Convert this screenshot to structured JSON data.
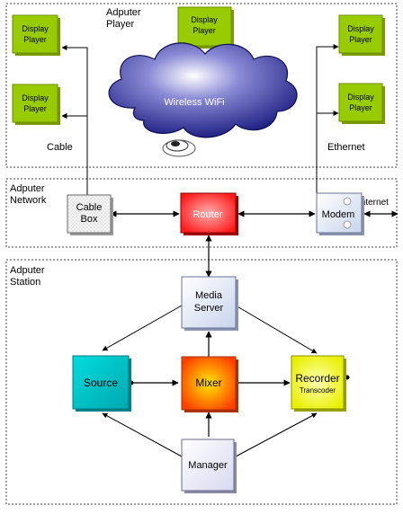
{
  "sections": [
    {
      "id": "player",
      "title_lines": [
        "Adputer",
        "Player"
      ]
    },
    {
      "id": "network",
      "title_lines": [
        "Adputer",
        "Network"
      ]
    },
    {
      "id": "station",
      "title_lines": [
        "Adputer",
        "Station"
      ]
    }
  ],
  "display_players": [
    {
      "id": "dp1",
      "lines": [
        "Display",
        "Player"
      ]
    },
    {
      "id": "dp2",
      "lines": [
        "Display",
        "Player"
      ]
    },
    {
      "id": "dp3",
      "lines": [
        "Display",
        "Player"
      ]
    },
    {
      "id": "dp4",
      "lines": [
        "Display",
        "Player"
      ]
    },
    {
      "id": "dp5",
      "lines": [
        "Display",
        "Player"
      ]
    }
  ],
  "cloud": {
    "label": "Wireless WiFi"
  },
  "side_labels": {
    "cable": "Cable",
    "ethernet": "Ethernet",
    "internet": "Internet"
  },
  "network_nodes": [
    {
      "id": "cablebox",
      "lines": [
        "Cable",
        "Box"
      ]
    },
    {
      "id": "router",
      "lines": [
        "Router"
      ]
    },
    {
      "id": "modem",
      "lines": [
        "Modem"
      ]
    }
  ],
  "station_nodes": [
    {
      "id": "mediaserver",
      "lines": [
        "Media",
        "Server"
      ]
    },
    {
      "id": "source",
      "lines": [
        "Source"
      ]
    },
    {
      "id": "mixer",
      "lines": [
        "Mixer"
      ]
    },
    {
      "id": "recorder",
      "lines": [
        "Recorder",
        "Transcoder"
      ]
    },
    {
      "id": "manager",
      "lines": [
        "Manager"
      ]
    }
  ],
  "colors": {
    "display_player": "#99cc00",
    "router": "#ff2a2a",
    "source": "#00c8c8",
    "mixer": "#ff9a00",
    "recorder": "#ffff33",
    "cloud": "#2a2a9a",
    "section_border": "#444444"
  }
}
